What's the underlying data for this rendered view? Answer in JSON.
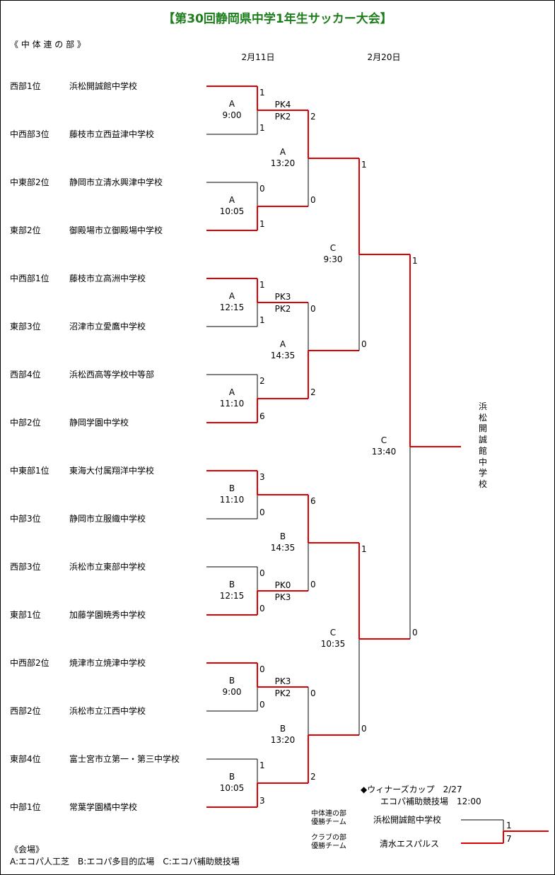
{
  "title": "【第30回静岡県中学1年生サッカー大会】",
  "section": "《 中 体 連 の 部 》",
  "dates": {
    "round1": "2月11日",
    "round3": "2月20日"
  },
  "teams": [
    {
      "rank": "西部1位",
      "name": "浜松開誠館中学校"
    },
    {
      "rank": "中西部3位",
      "name": "藤枝市立西益津中学校"
    },
    {
      "rank": "中東部2位",
      "name": "静岡市立清水興津中学校"
    },
    {
      "rank": "東部2位",
      "name": "御殿場市立御殿場中学校"
    },
    {
      "rank": "中西部1位",
      "name": "藤枝市立高洲中学校"
    },
    {
      "rank": "東部3位",
      "name": "沼津市立愛鷹中学校"
    },
    {
      "rank": "西部4位",
      "name": "浜松西高等学校中等部"
    },
    {
      "rank": "中部2位",
      "name": "静岡学園中学校"
    },
    {
      "rank": "中東部1位",
      "name": "東海大付属翔洋中学校"
    },
    {
      "rank": "中部3位",
      "name": "静岡市立服織中学校"
    },
    {
      "rank": "西部3位",
      "name": "浜松市立東部中学校"
    },
    {
      "rank": "東部1位",
      "name": "加藤学園暁秀中学校"
    },
    {
      "rank": "中西部2位",
      "name": "焼津市立焼津中学校"
    },
    {
      "rank": "西部2位",
      "name": "浜松市立江西中学校"
    },
    {
      "rank": "東部4位",
      "name": "富士宮市立第一・第三中学校"
    },
    {
      "rank": "中部1位",
      "name": "常葉学園橘中学校"
    }
  ],
  "round1": [
    {
      "venue": "A",
      "time": "9:00",
      "score_top": "1",
      "score_bottom": "1",
      "pk_top": "PK4",
      "pk_bottom": "PK2",
      "winner": "top"
    },
    {
      "venue": "A",
      "time": "10:05",
      "score_top": "0",
      "score_bottom": "1",
      "pk_top": "",
      "pk_bottom": "",
      "winner": "bottom"
    },
    {
      "venue": "A",
      "time": "12:15",
      "score_top": "1",
      "score_bottom": "1",
      "pk_top": "PK3",
      "pk_bottom": "PK2",
      "winner": "top"
    },
    {
      "venue": "A",
      "time": "11:10",
      "score_top": "2",
      "score_bottom": "6",
      "pk_top": "",
      "pk_bottom": "",
      "winner": "bottom"
    },
    {
      "venue": "B",
      "time": "11:10",
      "score_top": "3",
      "score_bottom": "0",
      "pk_top": "",
      "pk_bottom": "",
      "winner": "top"
    },
    {
      "venue": "B",
      "time": "12:15",
      "score_top": "0",
      "score_bottom": "0",
      "pk_top": "PK0",
      "pk_bottom": "PK3",
      "winner": "bottom"
    },
    {
      "venue": "B",
      "time": "9:00",
      "score_top": "0",
      "score_bottom": "0",
      "pk_top": "PK3",
      "pk_bottom": "PK2",
      "winner": "top"
    },
    {
      "venue": "B",
      "time": "10:05",
      "score_top": "1",
      "score_bottom": "3",
      "pk_top": "",
      "pk_bottom": "",
      "winner": "bottom"
    }
  ],
  "round2": [
    {
      "venue": "A",
      "time": "13:20",
      "score_top": "2",
      "score_bottom": "0",
      "winner": "top"
    },
    {
      "venue": "A",
      "time": "14:35",
      "score_top": "0",
      "score_bottom": "2",
      "winner": "bottom"
    },
    {
      "venue": "B",
      "time": "14:35",
      "score_top": "6",
      "score_bottom": "0",
      "winner": "top"
    },
    {
      "venue": "B",
      "time": "13:20",
      "score_top": "0",
      "score_bottom": "2",
      "winner": "bottom"
    }
  ],
  "round3": [
    {
      "venue": "C",
      "time": "9:30",
      "score_top": "1",
      "score_bottom": "0",
      "winner": "top"
    },
    {
      "venue": "C",
      "time": "10:35",
      "score_top": "1",
      "score_bottom": "0",
      "winner": "top"
    }
  ],
  "final": {
    "venue": "C",
    "time": "13:40",
    "score_top": "1",
    "score_bottom": "0",
    "winner": "top"
  },
  "champion": "浜松開誠館中学校",
  "winners_cup": {
    "title": "◆ウィナーズカップ　2/27",
    "venue_line": "エコパ補助競技場　12:00",
    "label_a": "中体連の部\n優勝チーム",
    "label_b": "クラブの部\n優勝チーム",
    "team_a": "浜松開誠館中学校",
    "team_b": "清水エスパルス",
    "score_a": "1",
    "score_b": "7",
    "winner": "bottom"
  },
  "venues": {
    "heading": "《会場》",
    "list": "A:エコパ人工芝　B:エコパ多目的広場　C:エコパ補助競技場"
  },
  "colors": {
    "title": "#1e7e1e",
    "win_line": "#e00000",
    "line": "#000000"
  }
}
